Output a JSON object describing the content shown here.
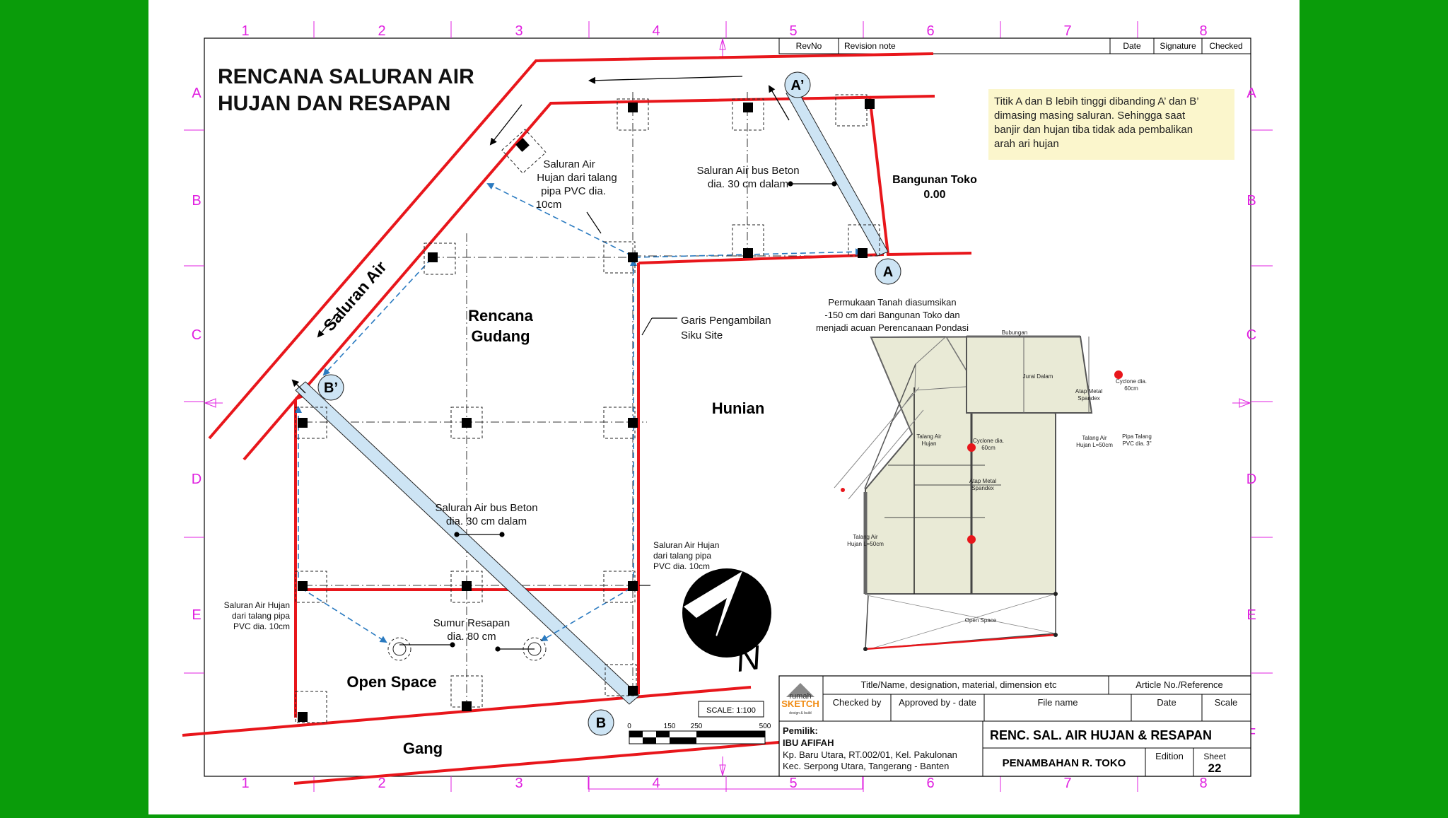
{
  "title": {
    "line1": "RENCANA SALURAN AIR",
    "line2": "HUJAN DAN RESAPAN"
  },
  "grid": {
    "columns": [
      "1",
      "2",
      "3",
      "4",
      "5",
      "6",
      "7",
      "8"
    ],
    "rows": [
      "A",
      "B",
      "C",
      "D",
      "E",
      "F"
    ]
  },
  "revision_header": {
    "revno": "RevNo",
    "revision_note": "Revision note",
    "date": "Date",
    "signature": "Signature",
    "checked": "Checked"
  },
  "note": {
    "line1": "Titik A dan B lebih tinggi dibanding A’ dan B’",
    "line2": "dimasing masing saluran. Sehingga saat",
    "line3": "banjir dan hujan tiba tidak ada pembalikan",
    "line4": "arah ari hujan"
  },
  "labels": {
    "saluran_air": "Saluran Air",
    "point_a_prime": "A’",
    "point_a": "A",
    "point_b_prime": "B’",
    "point_b": "B",
    "bangunan_toko": "Bangunan Toko",
    "bangunan_toko_level": "0.00",
    "rencana": "Rencana",
    "gudang": "Gudang",
    "hunian": "Hunian",
    "open_space": "Open Space",
    "gang": "Gang",
    "sal_pvc_top": [
      "Saluran Air",
      "Hujan dari talang",
      "pipa PVC dia.",
      "10cm"
    ],
    "sal_beton_top": [
      "Saluran Air bus Beton",
      "dia. 30 cm dalam"
    ],
    "garis": [
      "Garis Pengambilan",
      "Siku Site"
    ],
    "permukaan": [
      "Permukaan Tanah diasumsikan",
      "-150 cm dari Bangunan Toko dan",
      "menjadi acuan Perencanaan Pondasi"
    ],
    "sal_beton_mid": [
      "Saluran Air bus Beton",
      "dia. 30 cm dalam"
    ],
    "sal_pvc_right": [
      "Saluran Air Hujan",
      "dari talang pipa",
      "PVC dia. 10cm"
    ],
    "sal_pvc_left": [
      "Saluran Air Hujan",
      "dari talang pipa",
      "PVC dia. 10cm"
    ],
    "sumur": [
      "Sumur Resapan",
      "dia. 80 cm"
    ],
    "scale_box": "SCALE:  1:100",
    "scale_ticks": [
      "0",
      "150",
      "250",
      "500"
    ],
    "north": "N"
  },
  "roof_plan": {
    "bubungan": "Bubungan",
    "jurai": "Jurai Dalam",
    "cyclone1": [
      "Cyclone dia.",
      "60cm"
    ],
    "atap1": [
      "Atap Metal",
      "Spandex"
    ],
    "talang_l50_top": [
      "Talang Air",
      "Hujan L=50cm"
    ],
    "pipa_talang": [
      "Pipa Talang",
      "PVC dia. 3\""
    ],
    "talang_air_hujan": [
      "Talang Air",
      "Hujan"
    ],
    "cyclone2": [
      "Cyclone dia.",
      "60cm"
    ],
    "atap2": [
      "Atap Metal",
      "Spandex"
    ],
    "talang_l50_bottom": [
      "Talang Air",
      "Hujan L=50cm"
    ],
    "open_space": "Open Space"
  },
  "title_block": {
    "logo_top": "rumah",
    "logo_main": "SKETCH",
    "logo_sub": "design & build",
    "title_header": "Title/Name, designation, material, dimension etc",
    "article_header": "Article No./Reference",
    "checked_by": "Checked by",
    "approved_by": "Approved by - date",
    "file_name": "File name",
    "date": "Date",
    "scale": "Scale",
    "owner_label": "Pemilik:",
    "owner_name": "IBU AFIFAH",
    "address1": "Kp. Baru Utara, RT.002/01, Kel. Pakulonan",
    "address2": "Kec. Serpong Utara, Tangerang - Banten",
    "drawing_title": "RENC. SAL. AIR HUJAN & RESAPAN",
    "subtitle": "PENAMBAHAN R. TOKO",
    "edition": "Edition",
    "sheet_label": "Sheet",
    "sheet_no": "22"
  },
  "colors": {
    "wall": "#e8161b",
    "grid_text": "#e020e0",
    "pipe_fill": "#cde4f4",
    "dash_arrow": "#2a7ac0",
    "note_bg": "#fbf6cc",
    "background": "#0a9c0a"
  }
}
